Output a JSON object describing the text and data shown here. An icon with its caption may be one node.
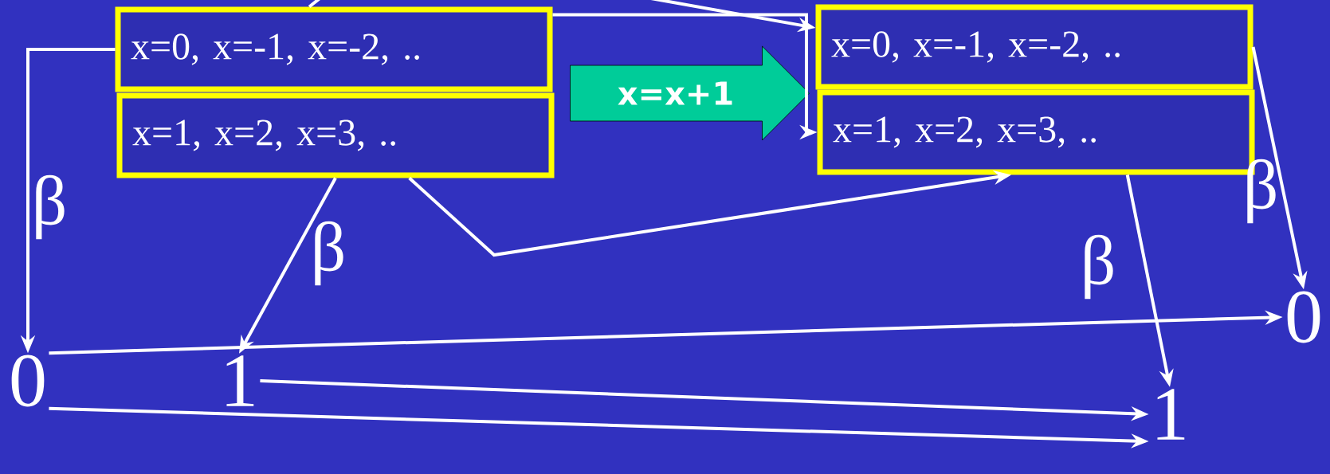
{
  "diagram": {
    "nodes": [
      {
        "text": [
          "x=0, x=-1, x=-2, .."
        ]
      },
      {
        "text": [
          "x=1, x=2, x=3, .."
        ]
      },
      {
        "text": [
          "x=x+1"
        ]
      },
      {
        "text": [
          "x=0, x=-1, x=-2, .."
        ]
      },
      {
        "text": [
          "x=1, x=2, x=3, .."
        ]
      },
      {
        "text": [
          "0"
        ]
      },
      {
        "text": [
          "1"
        ]
      },
      {
        "text": [
          "0"
        ]
      },
      {
        "text": [
          "1"
        ]
      }
    ],
    "edges": [
      {
        "from": 0,
        "to": 5,
        "arrow": "to",
        "label": "β"
      },
      {
        "from": 1,
        "to": 6,
        "arrow": "to",
        "label": "β"
      },
      {
        "from": 0,
        "to": 4,
        "arrow": "to"
      },
      {
        "from": 1,
        "to": 4,
        "arrow": "to"
      },
      {
        "from": null,
        "to": 0,
        "arrow": "none"
      },
      {
        "from": null,
        "to": 3,
        "arrow": "to"
      },
      {
        "from": 3,
        "to": 7,
        "arrow": "to",
        "label": "β"
      },
      {
        "from": 4,
        "to": 8,
        "arrow": "to",
        "label": "β"
      },
      {
        "from": 5,
        "to": 7,
        "arrow": "to"
      },
      {
        "from": 6,
        "to": 8,
        "arrow": "to"
      },
      {
        "from": 5,
        "to": 8,
        "arrow": "to"
      }
    ]
  }
}
